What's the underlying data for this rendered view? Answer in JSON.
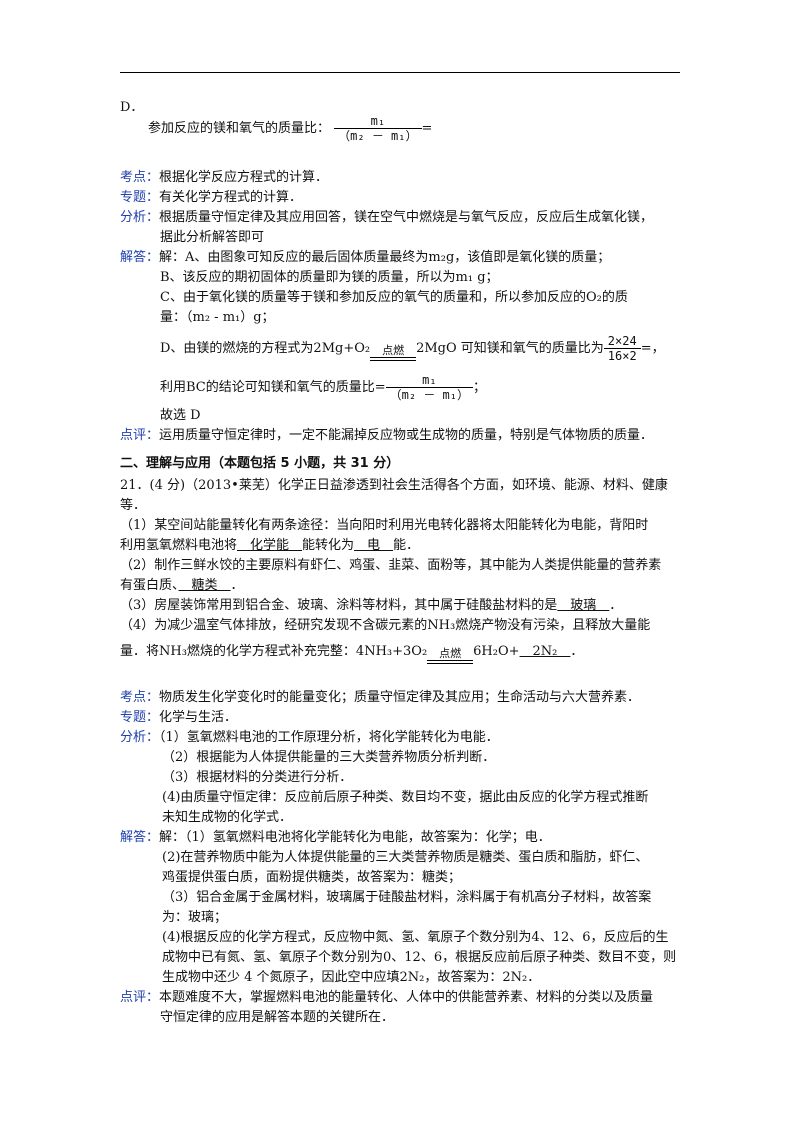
{
  "option_d": {
    "letter": "D．",
    "text": "参加反应的镁和氧气的质量比：",
    "num": "m₁",
    "den": "（m₂ － m₁）",
    "tail": "="
  },
  "q20": {
    "kaodian_label": "考点：",
    "kaodian": "根据化学反应方程式的计算．",
    "zhuanti_label": "专题：",
    "zhuanti": "有关化学方程式的计算．",
    "fenxi_label": "分析：",
    "fenxi_1": "根据质量守恒定律及其应用回答，镁在空气中燃烧是与氧气反应，反应后生成氧化镁，",
    "fenxi_2": "据此分析解答即可",
    "jieda_label": "解答：",
    "a": "解：A、由图象可知反应的最后固体质量最终为m₂g，该值即是氧化镁的质量；",
    "b": "B、该反应的期初固体的质量即为镁的质量，所以为m₁ g；",
    "c1": "C、由于氧化镁的质量等于镁和参加反应的氧气的质量和，所以参加反应的O₂的质",
    "c2": "量：（m₂ - m₁）g；",
    "d_pre": "D、由镁的燃烧的方程式为2Mg+O₂",
    "cond": "点燃",
    "d_mid": "2MgO 可知镁和氧气的质量比为",
    "d_num": "2×24",
    "d_den": "16×2",
    "d_tail": "=，",
    "bc_pre": "利用BC的结论可知镁和氧气的质量比=",
    "bc_num": "m₁",
    "bc_den": "（m₂ － m₁）",
    "bc_tail": "；",
    "xuan": "故选 D",
    "dianping_label": "点评：",
    "dianping": "运用质量守恒定律时，一定不能漏掉反应物或生成物的质量，特别是气体物质的质量．"
  },
  "section2": {
    "title": "二、理解与应用（本题包括 5 小题，共 31 分）"
  },
  "q21": {
    "stem": "21．(4 分)（2013•莱芜）化学正日益渗透到社会生活得各个方面，如环境、能源、材料、健康等．",
    "p1a": "（1）某空间站能量转化有两条途径：当向阳时利用光电转化器将太阳能转化为电能，背阳时",
    "p1b_pre": "利用氢氧燃料电池将",
    "p1b_ans1": "　化学能　",
    "p1b_mid": "能转化为",
    "p1b_ans2": "　电　",
    "p1b_tail": "能．",
    "p2a": "（2）制作三鲜水饺的主要原料有虾仁、鸡蛋、韭菜、面粉等，其中能为人类提供能量的营养素",
    "p2b_pre": "有蛋白质、",
    "p2b_ans": "　糖类　",
    "p2b_tail": "．",
    "p3_pre": "（3）房屋装饰常用到铝合金、玻璃、涂料等材料，其中属于硅酸盐材料的是",
    "p3_ans": "　玻璃　",
    "p3_tail": "．",
    "p4a": "（4）为减少温室气体排放，经研究发现不含碳元素的NH₃燃烧产物没有污染，且释放大量能",
    "p4b_pre": "量．将NH₃燃烧的化学方程式补充完整：4NH₃+3O₂",
    "cond": "点燃",
    "p4b_mid": "6H₂O+",
    "p4b_ans": "　2N₂　",
    "p4b_tail": "．"
  },
  "q21_sol": {
    "kaodian_label": "考点：",
    "kaodian": "物质发生化学变化时的能量变化；质量守恒定律及其应用；生命活动与六大营养素．",
    "zhuanti_label": "专题：",
    "zhuanti": "化学与生活．",
    "fenxi_label": "分析：",
    "f1": "（1）氢氧燃料电池的工作原理分析，将化学能转化为电能．",
    "f2": "（2）根据能为人体提供能量的三大类营养物质分析判断．",
    "f3": "（3）根据材料的分类进行分析．",
    "f4a": "(4)由质量守恒定律：反应前后原子种类、数目均不变，据此由反应的化学方程式推断",
    "f4b": "未知生成物的化学式．",
    "jieda_label": "解答：",
    "j1": "解：（1）氢氧燃料电池将化学能转化为电能，故答案为：化学；电．",
    "j2a": "(2)在营养物质中能为人体提供能量的三大类营养物质是糖类、蛋白质和脂肪，虾仁、",
    "j2b": "鸡蛋提供蛋白质，面粉提供糖类，故答案为：糖类；",
    "j3a": "（3）铝合金属于金属材料，玻璃属于硅酸盐材料，涂料属于有机高分子材料，故答案",
    "j3b": "为：玻璃；",
    "j4a": "(4)根据反应的化学方程式，反应物中氮、氢、氧原子个数分别为4、12、6，反应后的生",
    "j4b": "成物中已有氮、氢、氧原子个数分别为0、12、6，根据反应前后原子种类、数目不变，则",
    "j4c": "生成物中还少 4 个氮原子，因此空中应填2N₂，故答案为：2N₂．",
    "dianping_label": "点评：",
    "dp1": "本题难度不大，掌握燃料电池的能量转化、人体中的供能营养素、材料的分类以及质量",
    "dp2": "守恒定律的应用是解答本题的关键所在．"
  },
  "colors": {
    "label": "#1f3fae",
    "text": "#111111"
  }
}
